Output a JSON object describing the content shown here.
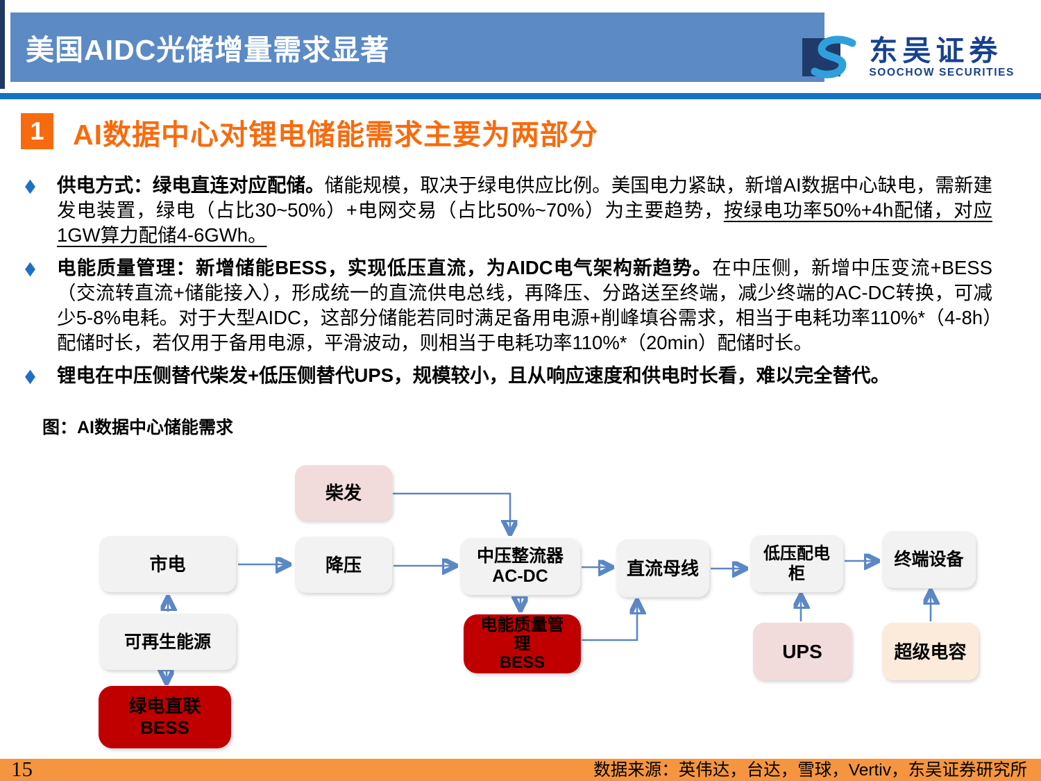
{
  "colors": {
    "header_blue": "#5b8ac5",
    "divider_blue": "#1473c6",
    "navy": "#203864",
    "logo_blue": "#17418f",
    "accent_orange": "#f76b0e",
    "footer_orange": "#f5953f",
    "diamond_blue": "#1f6fc4",
    "red_bess": "#c00000",
    "arrow_blue": "#5b87c5"
  },
  "header": {
    "title": "美国AIDC光储增量需求显著",
    "logo": {
      "name_cn": "东吴证券",
      "name_en": "SOOCHOW SECURITIES"
    }
  },
  "section": {
    "number": "1",
    "title": "AI数据中心对锂电储能需求主要为两部分"
  },
  "bullets": [
    {
      "bold": "供电方式：绿电直连对应配储。",
      "regular": "储能规模，取决于绿电供应比例。美国电力紧缺，新增AI数据中心缺电，需新建发电装置，绿电（占比30~50%）+电网交易（占比50%~70%）为主要趋势，",
      "underline": "按绿电功率50%+4h配储，对应1GW算力配储4-6GWh。"
    },
    {
      "bold": "电能质量管理：新增储能BESS，实现低压直流，为AIDC电气架构新趋势。",
      "regular": "在中压侧，新增中压变流+BESS（交流转直流+储能接入），形成统一的直流供电总线，再降压、分路送至终端，减少终端的AC-DC转换，可减少5-8%电耗。对于大型AIDC，这部分储能若同时满足备用电源+削峰填谷需求，相当于电耗功率110%*（4-8h）配储时长，若仅用于备用电源，平滑波动，则相当于电耗功率110%*（20min）配储时长。",
      "underline": ""
    },
    {
      "bold": "锂电在中压侧替代柴发+低压侧替代UPS，规模较小，且从响应速度和供电时长看，难以完全替代。",
      "regular": "",
      "underline": ""
    }
  ],
  "figure": {
    "caption": "图：AI数据中心储能需求",
    "nodes": {
      "diesel": {
        "label": "柴发"
      },
      "grid": {
        "label": "市电"
      },
      "step_down": {
        "label": "降压"
      },
      "mv_rectifier": {
        "label": "中压整流器\nAC-DC"
      },
      "dc_bus": {
        "label": "直流母线"
      },
      "lv_cabinet": {
        "label": "低压配电\n柜"
      },
      "terminal": {
        "label": "终端设备"
      },
      "renewable": {
        "label": "可再生能源"
      },
      "pq_bess": {
        "label": "电能质量管\n理\nBESS"
      },
      "ups": {
        "label": "UPS"
      },
      "supercap": {
        "label": "超级电容"
      },
      "green_bess": {
        "label": "绿电直联\nBESS"
      }
    }
  },
  "footer": {
    "page_number": "15",
    "source": "数据来源：英伟达，台达，雪球，Vertiv，东吴证券研究所"
  }
}
